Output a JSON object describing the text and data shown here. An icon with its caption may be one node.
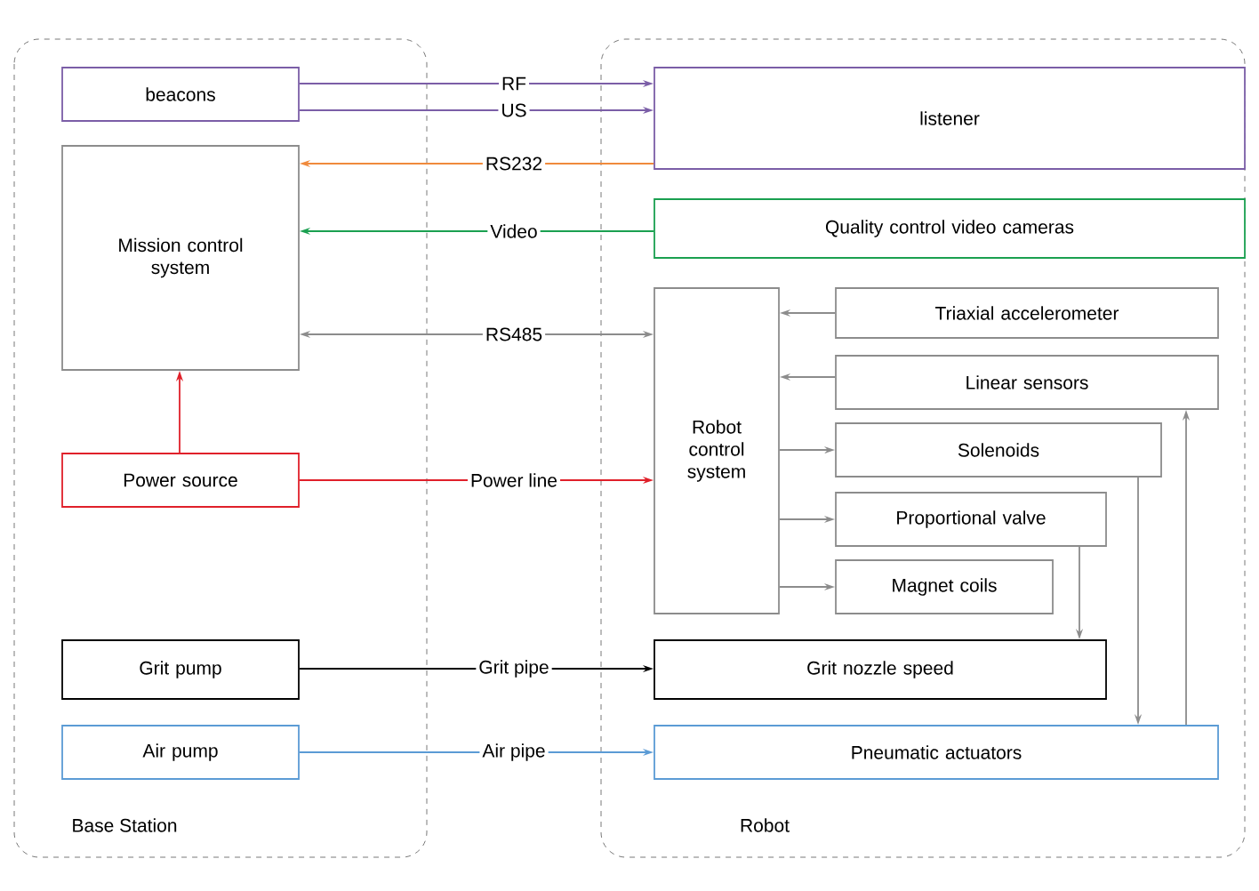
{
  "diagram": {
    "nodes": [
      {
        "text": [
          "Base Station"
        ]
      },
      {
        "text": [
          "Robot"
        ]
      },
      {
        "text": [
          "beacons"
        ],
        "in": 0
      },
      {
        "text": [
          "Mission control system"
        ],
        "in": 0
      },
      {
        "text": [
          "Power source"
        ],
        "in": 0
      },
      {
        "text": [
          "Grit pump"
        ],
        "in": 0
      },
      {
        "text": [
          "Air pump"
        ],
        "in": 0
      },
      {
        "text": [
          "listener"
        ],
        "in": 1
      },
      {
        "text": [
          "Quality control video cameras"
        ],
        "in": 1
      },
      {
        "text": [
          "Robot control system"
        ],
        "in": 1
      },
      {
        "text": [
          "Triaxial accelerometer"
        ],
        "in": 1
      },
      {
        "text": [
          "Linear sensors"
        ],
        "in": 1
      },
      {
        "text": [
          "Solenoids"
        ],
        "in": 1
      },
      {
        "text": [
          "Proportional valve"
        ],
        "in": 1
      },
      {
        "text": [
          "Magnet coils"
        ],
        "in": 1
      },
      {
        "text": [
          "Grit nozzle speed"
        ],
        "in": 1
      },
      {
        "text": [
          "Pneumatic actuators"
        ],
        "in": 1
      }
    ],
    "edges": [
      {
        "from": 2,
        "to": 7,
        "arrow": "to",
        "label": "RF",
        "color": "#7b5ea7"
      },
      {
        "from": 2,
        "to": 7,
        "arrow": "to",
        "label": "US",
        "color": "#7b5ea7"
      },
      {
        "from": 7,
        "to": 3,
        "arrow": "to",
        "label": "RS232",
        "color": "#f08a3c"
      },
      {
        "from": 8,
        "to": 3,
        "arrow": "to",
        "label": "Video",
        "color": "#1aa050"
      },
      {
        "from": 3,
        "to": 9,
        "arrow": "both",
        "label": "RS485"
      },
      {
        "from": 4,
        "to": 3,
        "arrow": "to",
        "color": "#e0202a"
      },
      {
        "from": 4,
        "to": 9,
        "arrow": "to",
        "label": "Power line",
        "color": "#e0202a"
      },
      {
        "from": 10,
        "to": 9,
        "arrow": "to"
      },
      {
        "from": 11,
        "to": 9,
        "arrow": "to"
      },
      {
        "from": 9,
        "to": 12,
        "arrow": "to"
      },
      {
        "from": 9,
        "to": 13,
        "arrow": "to"
      },
      {
        "from": 9,
        "to": 14,
        "arrow": "to"
      },
      {
        "from": 5,
        "to": 15,
        "arrow": "to",
        "label": "Grit pipe",
        "color": "#000000"
      },
      {
        "from": 6,
        "to": 16,
        "arrow": "to",
        "label": "Air pipe",
        "color": "#5b9bd5"
      },
      {
        "from": 13,
        "to": 15,
        "arrow": "to"
      },
      {
        "from": 12,
        "to": 16,
        "arrow": "to"
      },
      {
        "from": 16,
        "to": 11,
        "arrow": "to"
      }
    ]
  }
}
